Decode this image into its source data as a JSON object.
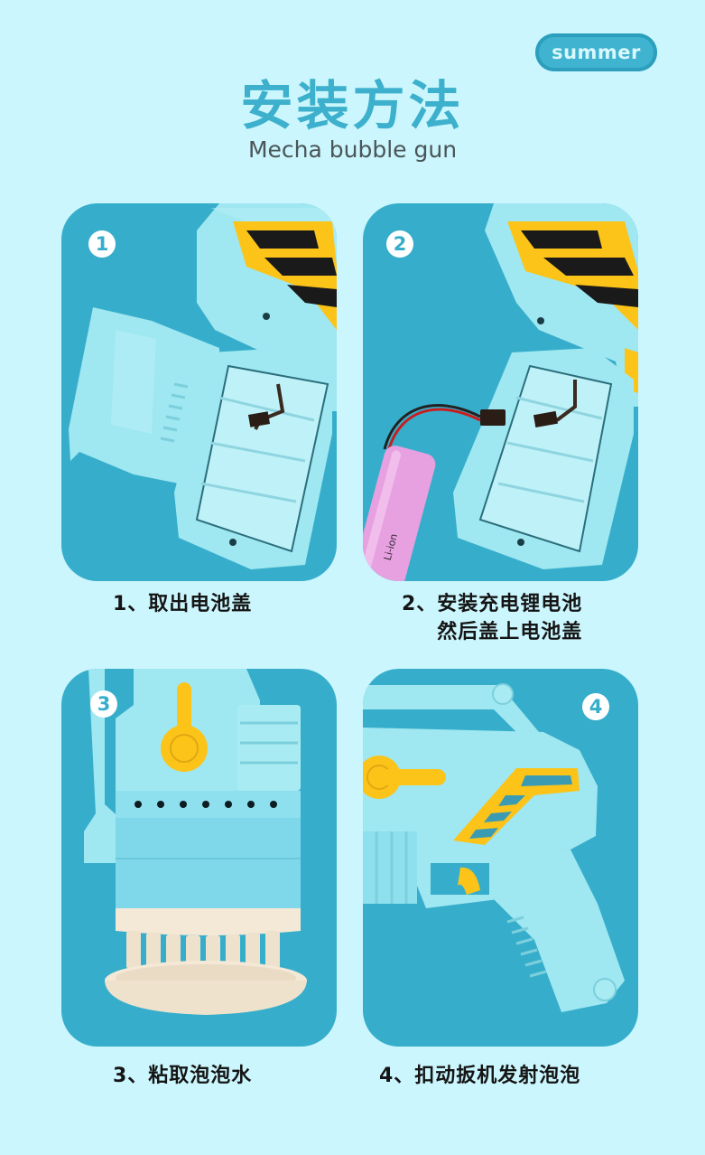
{
  "badge": {
    "label": "summer"
  },
  "header": {
    "title": "安装方法",
    "subtitle": "Mecha bubble gun"
  },
  "steps": [
    {
      "number": "1",
      "caption": "1、取出电池盖",
      "image": "bubble gun grip with battery cover removed"
    },
    {
      "number": "2",
      "caption_line1": "2、安装充电锂电池",
      "caption_line2": "然后盖上电池盖",
      "image": "Li-ion battery connected to gun battery compartment",
      "battery_label": "Li-ion"
    },
    {
      "number": "3",
      "caption": "3、粘取泡泡水",
      "image": "bubble gun nozzle dipping into bubble tray"
    },
    {
      "number": "4",
      "caption": "4、扣动扳机发射泡泡",
      "image": "bubble gun side view with trigger"
    }
  ],
  "colors": {
    "background": "#cbf6fd",
    "panel": "#36aecb",
    "title": "#3cb0cc",
    "toy_body": "#9fe7f1",
    "accent_yellow": "#fcc419",
    "battery": "#e7a0e0",
    "tray": "#f4e8d6"
  }
}
